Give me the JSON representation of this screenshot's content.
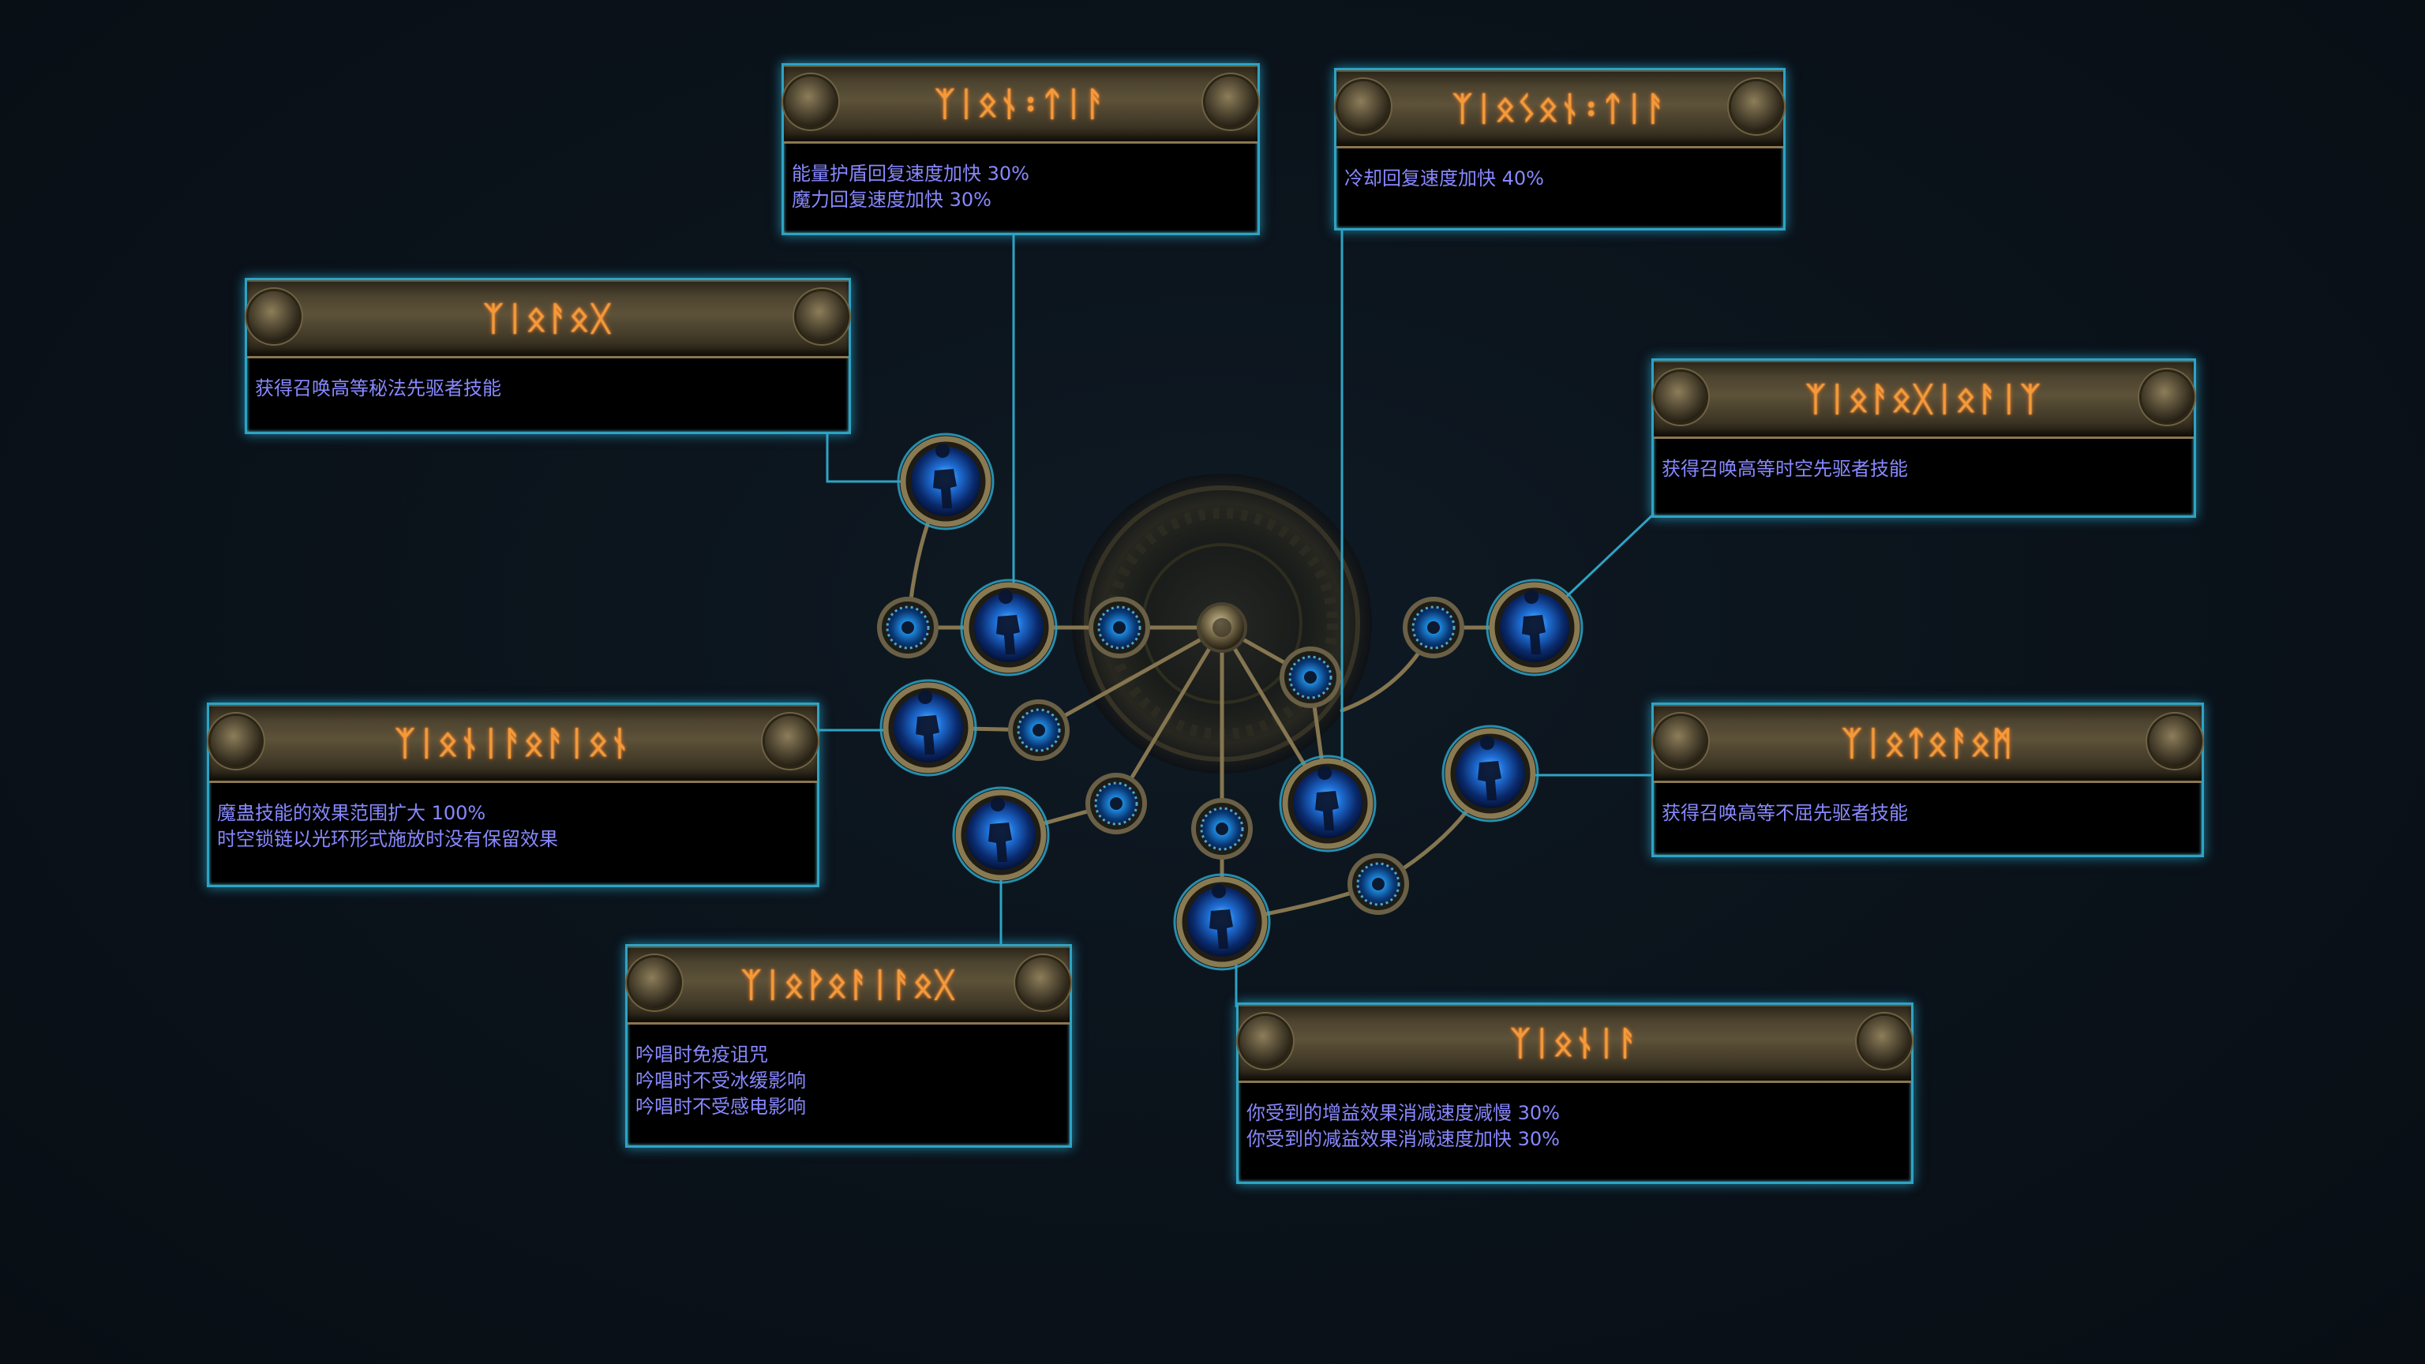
{
  "colors": {
    "tooltip_border": "#2ea3c4",
    "title_text": "#f39a3a",
    "stat_text": "#8888ff",
    "connector": "#2ea3c4",
    "background": "#0b131b"
  },
  "tooltips": [
    {
      "id": "top-left",
      "title": "ᛉᛁᛟᚾ᛬ᛏᛁᚨ",
      "lines": [
        "能量护盾回复速度加快 30%",
        "魔力回复速度加快 30%"
      ]
    },
    {
      "id": "top-right",
      "title": "ᛉᛁᛟᛊᛟᚾ᛬ᛏᛁᚨ",
      "lines": [
        "冷却回复速度加快 40%"
      ]
    },
    {
      "id": "upper-left",
      "title": "ᛉᛁᛟᚨᛟᚷ",
      "lines": [
        "获得召唤高等秘法先驱者技能"
      ]
    },
    {
      "id": "upper-right",
      "title": "ᛉᛁᛟᚨᛟᚷᛁᛟᚨᛁᛉ",
      "lines": [
        "获得召唤高等时空先驱者技能"
      ]
    },
    {
      "id": "mid-left",
      "title": "ᛉᛁᛟᚾᛁᚨᛟᚨᛁᛟᚾ",
      "lines": [
        "魔蛊技能的效果范围扩大 100%",
        "时空锁链以光环形式施放时没有保留效果"
      ]
    },
    {
      "id": "mid-right",
      "title": "ᛉᛁᛟᛏᛟᚨᛟᛗ",
      "lines": [
        "获得召唤高等不屈先驱者技能"
      ]
    },
    {
      "id": "bottom-left",
      "title": "ᛉᛁᛟᚹᛟᚨᛁᚨᛟᚷ",
      "lines": [
        "吟唱时免疫诅咒",
        "吟唱时不受冰缓影响",
        "吟唱时不受感电影响"
      ]
    },
    {
      "id": "bottom-right",
      "title": "ᛉᛁᛟᚾᛁᚨ",
      "lines": [
        "你受到的增益效果消减速度减慢 30%",
        "你受到的减益效果消减速度加快 30%"
      ]
    }
  ]
}
